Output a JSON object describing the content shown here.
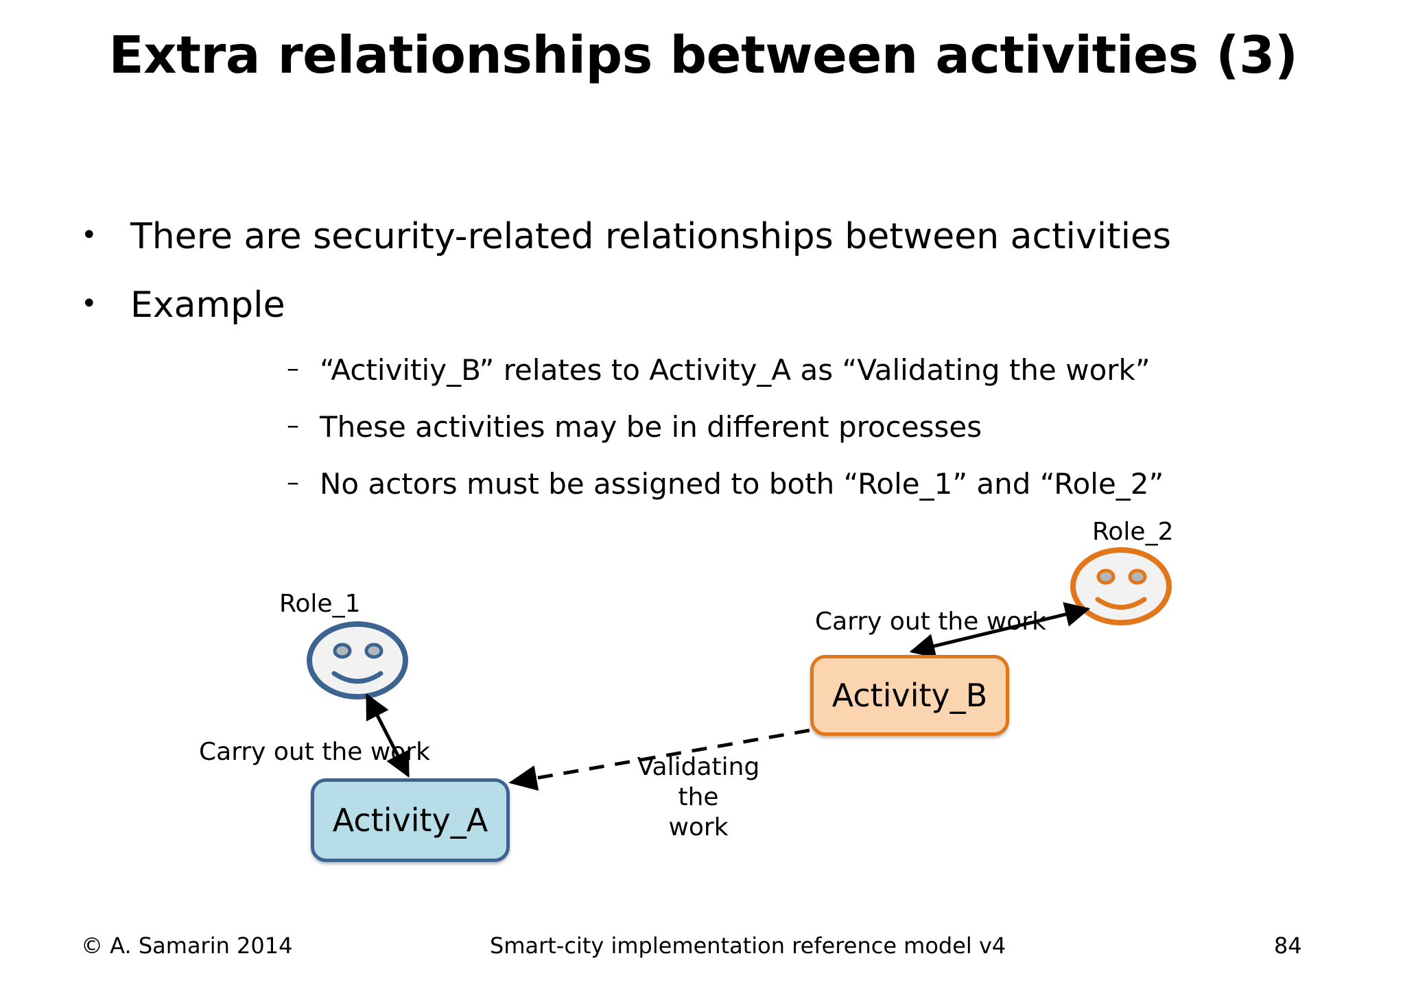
{
  "slide": {
    "title": "Extra relationships between activities (3)",
    "bullets": [
      {
        "marker": "•",
        "text": "There are security-related relationships between activities"
      },
      {
        "marker": "•",
        "text": "Example"
      }
    ],
    "sub_bullets": [
      {
        "marker": "–",
        "text": "“Activitiy_B” relates to Activity_A as “Validating the work”"
      },
      {
        "marker": "–",
        "text": "These activities may be in different processes"
      },
      {
        "marker": "–",
        "text": "No actors must be assigned to both “Role_1” and “Role_2”"
      }
    ]
  },
  "diagram": {
    "nodes": {
      "role1_label": "Role_1",
      "role2_label": "Role_2",
      "activity_a": "Activity_A",
      "activity_b": "Activity_B"
    },
    "edges": {
      "carry_out_1": "Carry out the work",
      "carry_out_2": "Carry out the work",
      "validating_line1": "Validating the",
      "validating_line2": "work"
    },
    "colors": {
      "activity_a_fill": "#b7dde8",
      "activity_a_border": "#3b6590",
      "activity_b_fill": "#fbd5b0",
      "activity_b_border": "#e2761b",
      "role1_face_fill": "#f2f2f2",
      "role1_face_border": "#3b6590",
      "role2_face_fill": "#f2f2f2",
      "role2_face_border": "#e2761b",
      "arrow": "#000000",
      "background": "#ffffff"
    }
  },
  "footer": {
    "copyright": "© A. Samarin 2014",
    "center": "Smart-city implementation reference model v4",
    "page": "84"
  }
}
